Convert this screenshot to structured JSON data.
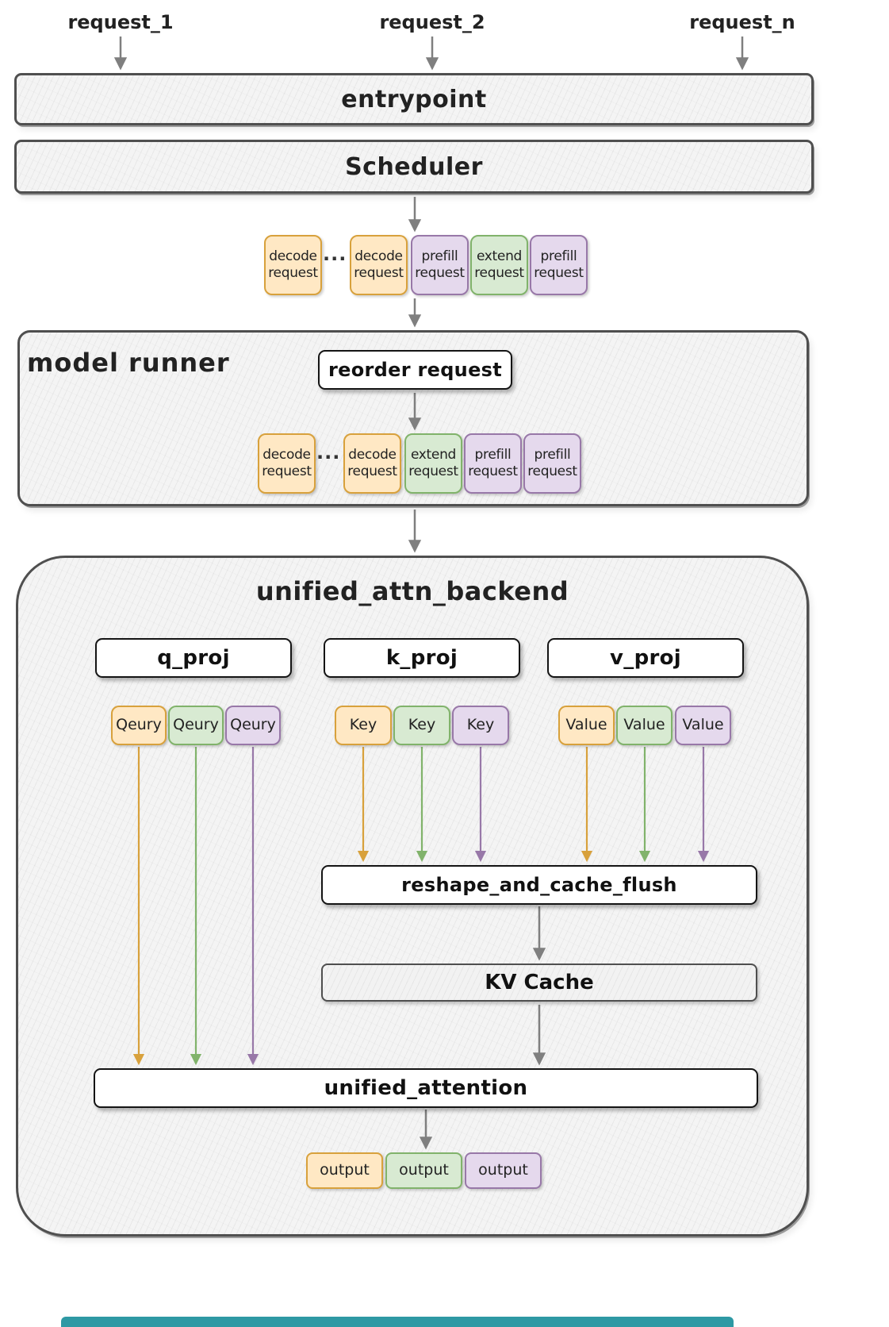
{
  "colors": {
    "orange_fill": "#FFE8C4",
    "orange_border": "#D8A13C",
    "green_fill": "#D8EAD2",
    "green_border": "#81B36B",
    "purple_fill": "#E5D9ED",
    "purple_border": "#9878A8",
    "container_fill": "#F4F4F4",
    "container_border": "#4F4F4F",
    "arrow_gray": "#7F7F7F",
    "bottom_bar_teal": "#2E99A4"
  },
  "top_requests": {
    "r1": "request_1",
    "r2": "request_2",
    "rn": "request_n"
  },
  "entrypoint": {
    "label": "entrypoint"
  },
  "scheduler": {
    "label": "Scheduler"
  },
  "scheduler_row": {
    "ellipsis": "...",
    "items": [
      "decode\nrequest",
      "decode\nrequest",
      "prefill\nrequest",
      "extend\nrequest",
      "prefill\nrequest"
    ]
  },
  "model_runner": {
    "title": "model runner",
    "reorder": "reorder request",
    "ellipsis": "...",
    "items": [
      "decode\nrequest",
      "decode\nrequest",
      "extend\nrequest",
      "prefill\nrequest",
      "prefill\nrequest"
    ]
  },
  "backend": {
    "title": "unified_attn_backend",
    "q_proj": "q_proj",
    "k_proj": "k_proj",
    "v_proj": "v_proj",
    "query": "Qeury",
    "key": "Key",
    "value": "Value",
    "reshape": "reshape_and_cache_flush",
    "kv_cache": "KV Cache",
    "unified_attention": "unified_attention",
    "output": "output"
  }
}
